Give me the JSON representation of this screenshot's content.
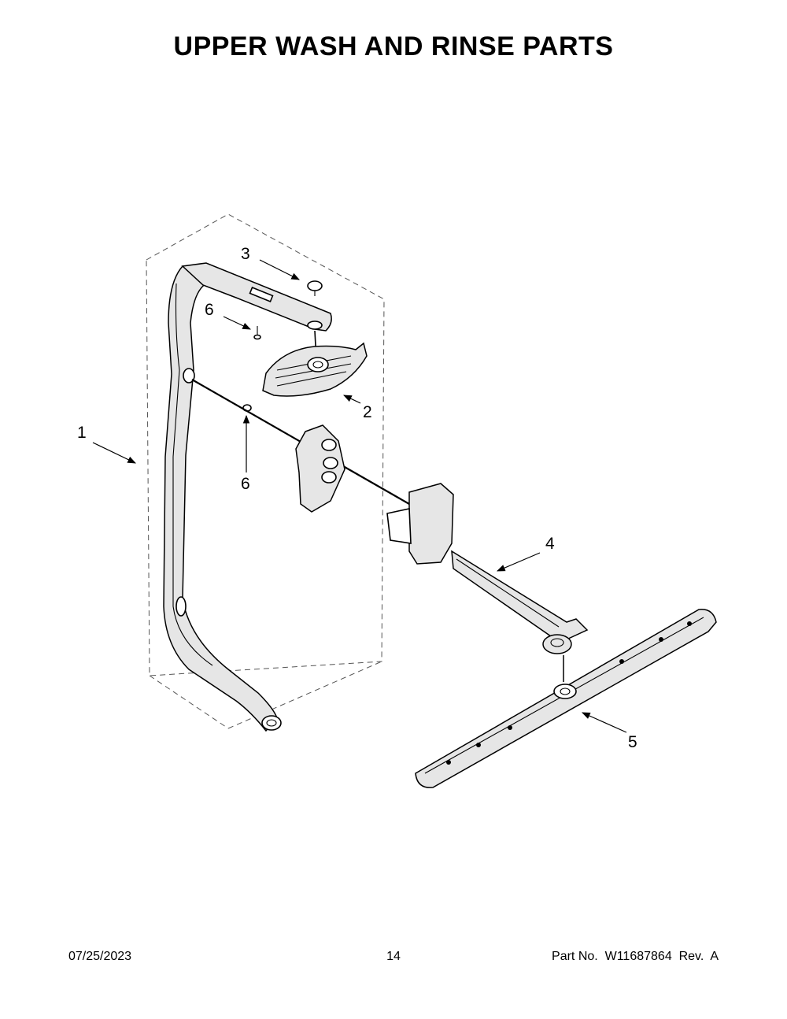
{
  "title": "UPPER WASH AND RINSE PARTS",
  "callouts": [
    {
      "id": "1",
      "label": "1"
    },
    {
      "id": "2",
      "label": "2"
    },
    {
      "id": "3",
      "label": "3"
    },
    {
      "id": "4",
      "label": "4"
    },
    {
      "id": "5",
      "label": "5"
    },
    {
      "id": "6a",
      "label": "6"
    },
    {
      "id": "6b",
      "label": "6"
    }
  ],
  "footer": {
    "date": "07/25/2023",
    "page": "14",
    "part": "Part No.  W11687864  Rev.  A"
  }
}
